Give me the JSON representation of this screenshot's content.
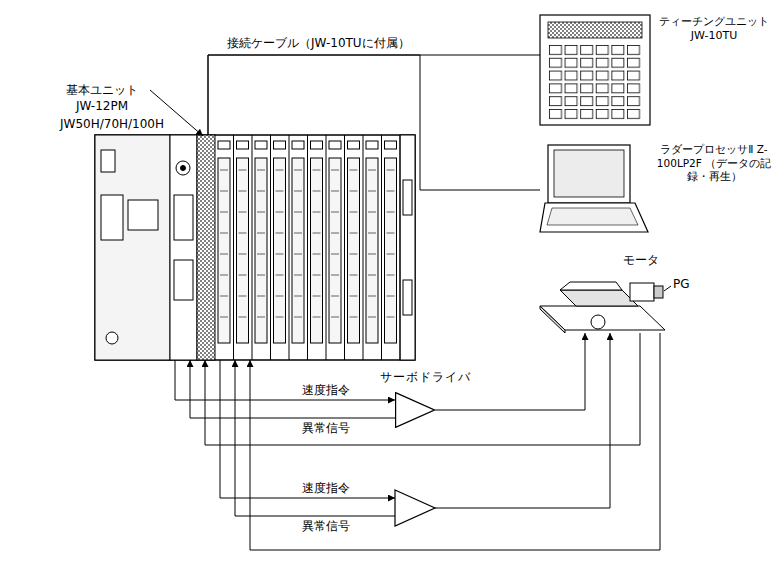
{
  "diagram": {
    "nodes": [
      {
        "text": [
          "基本ユニット JW-12PM",
          "JW50H/70H/100H"
        ]
      },
      {
        "text": [
          "ティーチングユニット JW-10TU"
        ]
      },
      {
        "text": [
          "ラダープロセッサⅡ Z-100LP2F （データの記録・再生）"
        ]
      },
      {
        "text": [
          "モータ",
          "PG"
        ]
      },
      {
        "text": [
          "サーボドライバ"
        ]
      }
    ],
    "edges": [
      {
        "from": 0,
        "to": 1,
        "arrow": "none",
        "label": "接続ケーブル（JW-10TUに付属）"
      },
      {
        "from": 0,
        "to": 2,
        "arrow": "none"
      },
      {
        "from": 0,
        "to": 4,
        "arrow": "to",
        "label": "速度指令"
      },
      {
        "from": 4,
        "to": 0,
        "arrow": "to",
        "label": "異常信号"
      },
      {
        "from": 4,
        "to": 3,
        "arrow": "to"
      },
      {
        "from": 3,
        "to": 0,
        "arrow": "to"
      }
    ],
    "labels": [
      "速度指令",
      "異常信号"
    ]
  }
}
